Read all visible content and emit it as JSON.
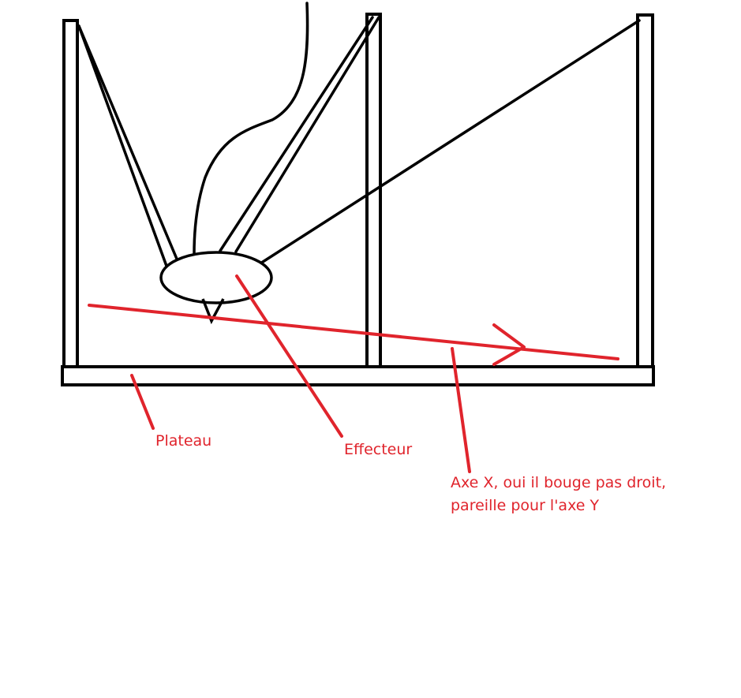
{
  "colors": {
    "structure": "#000000",
    "annotation": "#e0242c",
    "background": "#ffffff"
  },
  "labels": {
    "plateau": "Plateau",
    "effecteur": "Effecteur",
    "axis_x_line1": "Axe X, oui il bouge pas droit,",
    "axis_x_line2": "pareille pour l'axe Y"
  }
}
